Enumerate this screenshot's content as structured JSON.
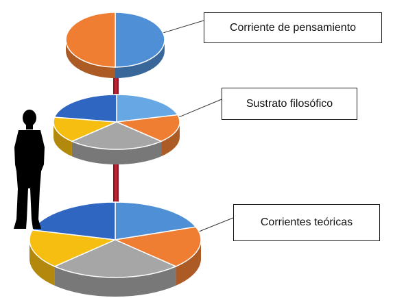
{
  "labels": {
    "top": "Corriente de pensamiento",
    "middle": "Sustrato filosófico",
    "bottom": "Corrientes teóricas"
  },
  "icons": {
    "figure": "standing-person-silhouette-icon"
  },
  "colors": {
    "blue": "#4f8fd6",
    "light_blue": "#67a8e4",
    "dark_blue": "#2f66c2",
    "orange": "#ef7e33",
    "gray": "#a6a6a6",
    "yellow": "#f7be12",
    "pole": "#b01a2a",
    "silhouette": "#000000"
  }
}
